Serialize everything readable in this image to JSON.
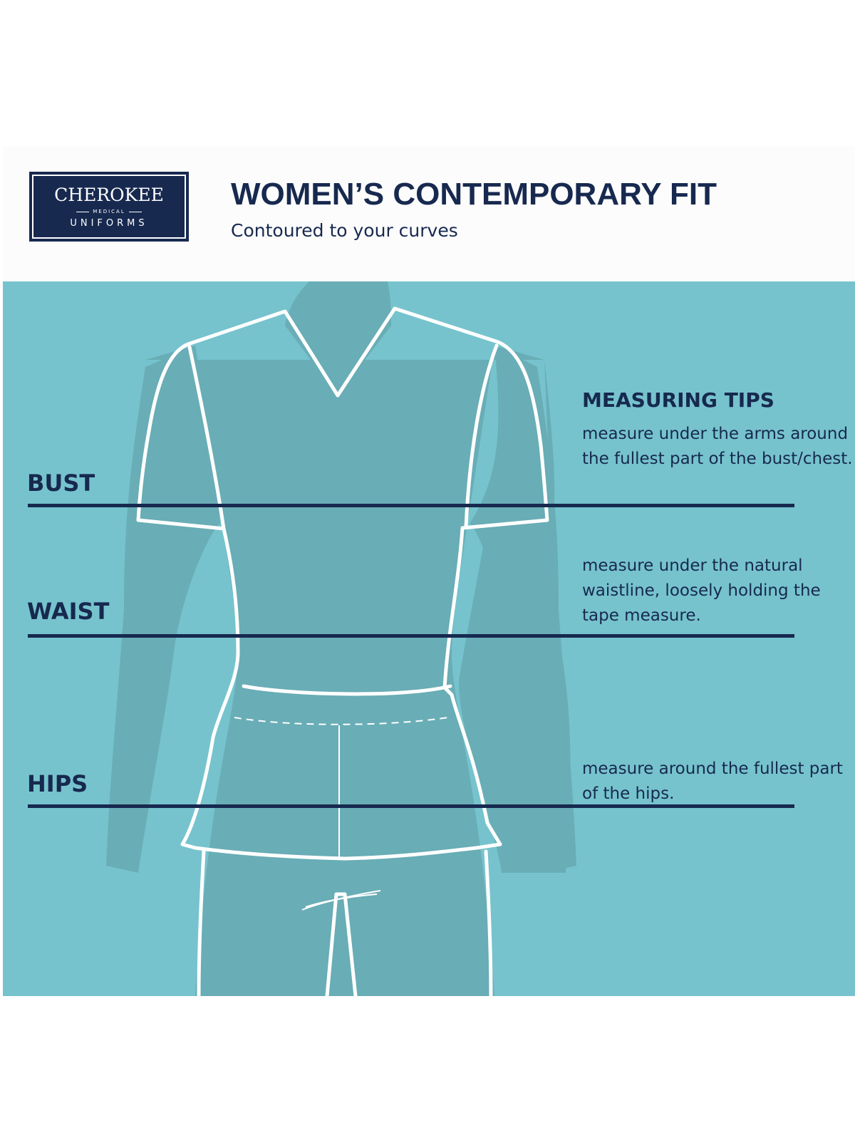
{
  "brand": {
    "name": "CHEROKEE",
    "sub": "MEDICAL",
    "line": "UNIFORMS"
  },
  "title": "WOMEN’S CONTEMPORARY FIT",
  "subtitle": "Contoured to your curves",
  "measurements": [
    {
      "label": "BUST"
    },
    {
      "label": "WAIST"
    },
    {
      "label": "HIPS"
    }
  ],
  "tips": {
    "heading": "MEASURING TIPS",
    "items": [
      "measure under the arms around the fullest part of the bust/chest.",
      "measure under the natural waistline, loosely holding the tape measure.",
      "measure around the fullest part of the hips."
    ]
  },
  "colors": {
    "navy": "#17294f",
    "panel": "#76c3cd",
    "body": "#69adb6",
    "outline": "#ffffff"
  }
}
